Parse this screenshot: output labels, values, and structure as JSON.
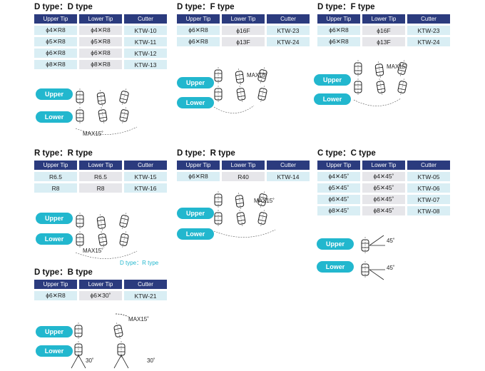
{
  "colors": {
    "header_bg": "#2b3b7e",
    "pill": "#22b7ce",
    "row_upper": "#d9eef4",
    "row_lower": "#e6e6ea"
  },
  "sections": [
    {
      "title": "D type：D type",
      "headers": [
        "Upper Tip",
        "Lower Tip",
        "Cutter"
      ],
      "rows": [
        [
          "ϕ4✕R8",
          "ϕ4✕R8",
          "KTW-10"
        ],
        [
          "ϕ5✕R8",
          "ϕ5✕R8",
          "KTW-11"
        ],
        [
          "ϕ6✕R8",
          "ϕ6✕R8",
          "KTW-12"
        ],
        [
          "ϕ8✕R8",
          "ϕ8✕R8",
          "KTW-13"
        ]
      ],
      "labels": [
        "Upper",
        "Lower"
      ],
      "annotations": [
        "MAX15˚"
      ]
    },
    {
      "title": "D type：F type",
      "headers": [
        "Upper Tip",
        "Lower Tip",
        "Cutter"
      ],
      "rows": [
        [
          "ϕ6✕R8",
          "ϕ16F",
          "KTW-23"
        ],
        [
          "ϕ6✕R8",
          "ϕ13F",
          "KTW-24"
        ]
      ],
      "labels": [
        "Upper",
        "Lower"
      ],
      "annotations": [
        "MAX15˚"
      ]
    },
    {
      "title": "D type：F type",
      "headers": [
        "Upper Tip",
        "Lower Tip",
        "Cutter"
      ],
      "rows": [
        [
          "ϕ6✕R8",
          "ϕ16F",
          "KTW-23"
        ],
        [
          "ϕ6✕R8",
          "ϕ13F",
          "KTW-24"
        ]
      ],
      "labels": [
        "Upper",
        "Lower"
      ],
      "annotations": [
        "MAX15˚"
      ]
    },
    {
      "title": "R type：R type",
      "headers": [
        "Upper Tip",
        "Lower Tip",
        "Cutter"
      ],
      "rows": [
        [
          "R6.5",
          "R6.5",
          "KTW-15"
        ],
        [
          "R8",
          "R8",
          "KTW-16"
        ]
      ],
      "labels": [
        "Upper",
        "Lower"
      ],
      "annotations": [
        "MAX15˚"
      ],
      "caption": "D type：R type"
    },
    {
      "title": "D type：R type",
      "headers": [
        "Upper Tip",
        "Lower Tip",
        "Cutter"
      ],
      "rows": [
        [
          "ϕ6✕R8",
          "R40",
          "KTW-14"
        ]
      ],
      "labels": [
        "Upper",
        "Lower"
      ],
      "annotations": [
        "MAX15˚"
      ]
    },
    {
      "title": "C type：C type",
      "headers": [
        "Upper Tip",
        "Lower Tip",
        "Cutter"
      ],
      "rows": [
        [
          "ϕ4✕45˚",
          "ϕ4✕45˚",
          "KTW-05"
        ],
        [
          "ϕ5✕45˚",
          "ϕ5✕45˚",
          "KTW-06"
        ],
        [
          "ϕ6✕45˚",
          "ϕ6✕45˚",
          "KTW-07"
        ],
        [
          "ϕ8✕45˚",
          "ϕ8✕45˚",
          "KTW-08"
        ]
      ],
      "labels": [
        "Upper",
        "Lower"
      ],
      "annotations": [
        "45˚",
        "45˚"
      ]
    },
    {
      "title": "D type：B type",
      "headers": [
        "Upper Tip",
        "Lower Tip",
        "Cutter"
      ],
      "rows": [
        [
          "ϕ6✕R8",
          "ϕ6✕30˚",
          "KTW-21"
        ]
      ],
      "labels": [
        "Upper",
        "Lower"
      ],
      "annotations": [
        "MAX15˚",
        "30˚",
        "30˚"
      ]
    }
  ]
}
